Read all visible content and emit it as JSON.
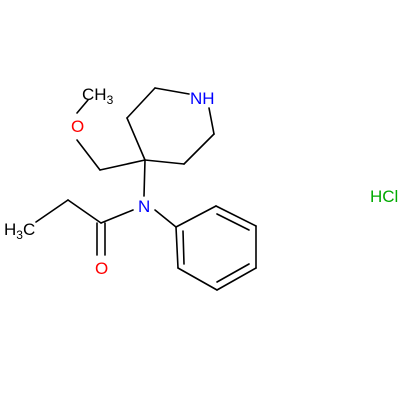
{
  "molecule": {
    "atoms": {
      "methyl_top": "CH",
      "methyl_top_sub": "3",
      "ether_o": "O",
      "ring_nh": "NH",
      "amide_n": "N",
      "carbonyl_o": "O",
      "ethyl_methyl": "H",
      "ethyl_methyl_sub": "3",
      "ethyl_methyl_c": "C"
    },
    "salt": "HCl",
    "colors": {
      "bond": "#000000",
      "carbon_label": "#000000",
      "nitrogen": "#0000ff",
      "oxygen": "#ff0000",
      "salt": "#00aa00"
    }
  }
}
